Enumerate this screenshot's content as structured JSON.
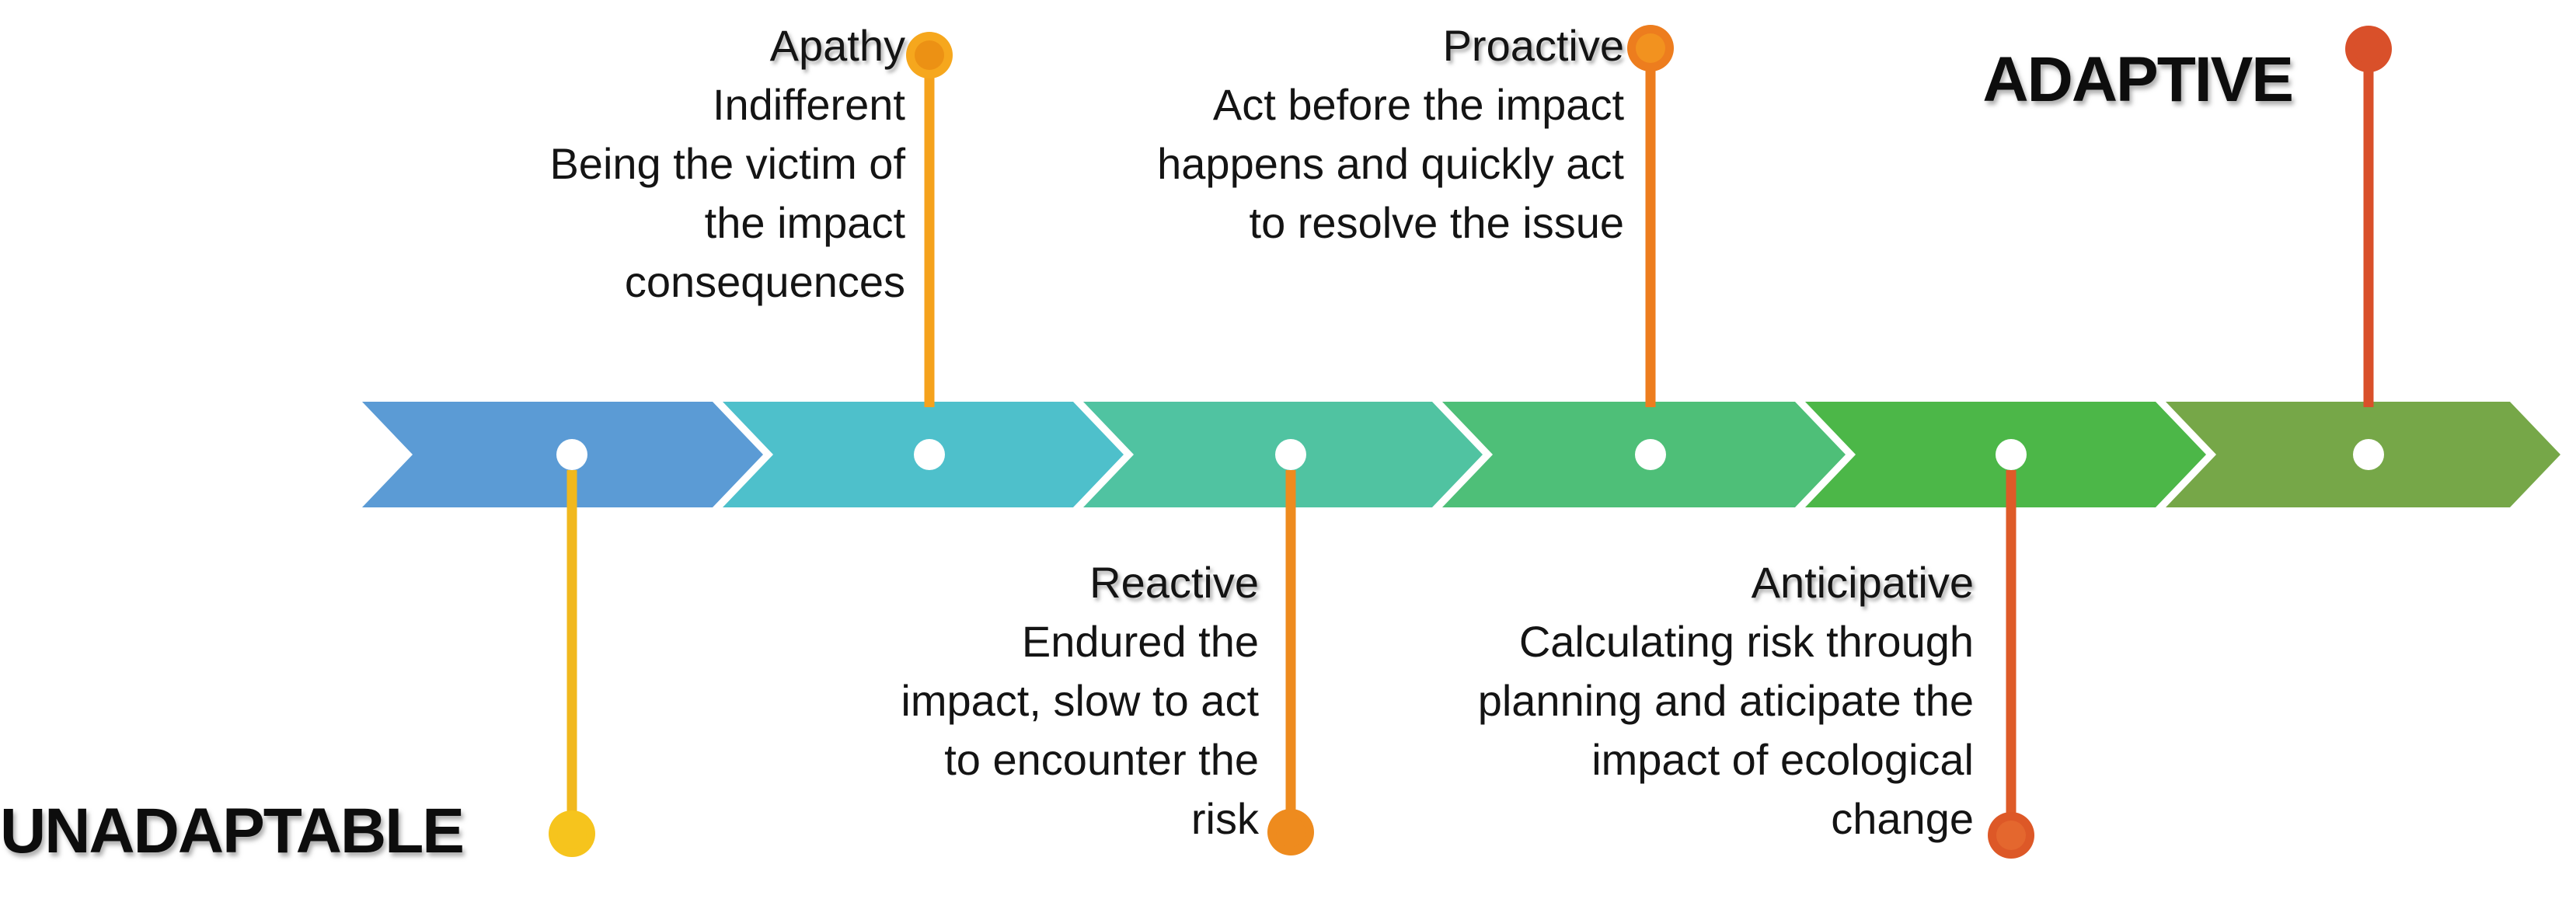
{
  "diagram": {
    "type": "adaptability-timeline",
    "background": "#FFFFFF",
    "text_color": "#141414"
  },
  "band": {
    "segments": [
      {
        "name": "segment-1",
        "color": "#5B9BD5"
      },
      {
        "name": "segment-2",
        "color": "#4EC0CB"
      },
      {
        "name": "segment-3",
        "color": "#50C3A1"
      },
      {
        "name": "segment-4",
        "color": "#4EBF78"
      },
      {
        "name": "segment-5",
        "color": "#4CB748"
      },
      {
        "name": "segment-6",
        "color": "#76A748"
      }
    ],
    "node_dot_color": "#FFFFFF"
  },
  "milestones": [
    {
      "id": "unadaptable",
      "title": "UNADAPTABLE",
      "lines": [],
      "position": "bottom",
      "emphasis": true,
      "stem_color": "#F1B81D",
      "dot_color": "#F6C41D",
      "dot_inner_color": "#F6C41D"
    },
    {
      "id": "apathy",
      "title": "Apathy",
      "lines": [
        "Indifferent",
        "Being the victim of",
        "the impact",
        "consequences"
      ],
      "position": "top",
      "emphasis": false,
      "stem_color": "#F5A21C",
      "dot_color": "#F6A71D",
      "dot_inner_color": "#EC9114"
    },
    {
      "id": "reactive",
      "title": "Reactive",
      "lines": [
        "Endured the",
        "impact, slow to act",
        "to encounter the",
        "risk"
      ],
      "position": "bottom",
      "emphasis": false,
      "stem_color": "#EE8B1E",
      "dot_color": "#EE8B1E",
      "dot_inner_color": "#EE8B1E"
    },
    {
      "id": "proactive",
      "title": "Proactive",
      "lines": [
        "Act before the impact",
        "happens and quickly act",
        "to resolve the issue"
      ],
      "position": "top",
      "emphasis": false,
      "stem_color": "#ED7D1E",
      "dot_color": "#ED7D1E",
      "dot_inner_color": "#F2921F"
    },
    {
      "id": "anticipative",
      "title": "Anticipative",
      "lines": [
        "Calculating risk through",
        "planning and aticipate the",
        "impact of ecological",
        "change"
      ],
      "position": "bottom",
      "emphasis": false,
      "stem_color": "#DE5B28",
      "dot_color": "#DD5827",
      "dot_inner_color": "#E4672E"
    },
    {
      "id": "adaptive",
      "title": "ADAPTIVE",
      "lines": [],
      "position": "top",
      "emphasis": true,
      "stem_color": "#D9502A",
      "dot_color": "#D9502A",
      "dot_inner_color": "#D9502A"
    }
  ]
}
